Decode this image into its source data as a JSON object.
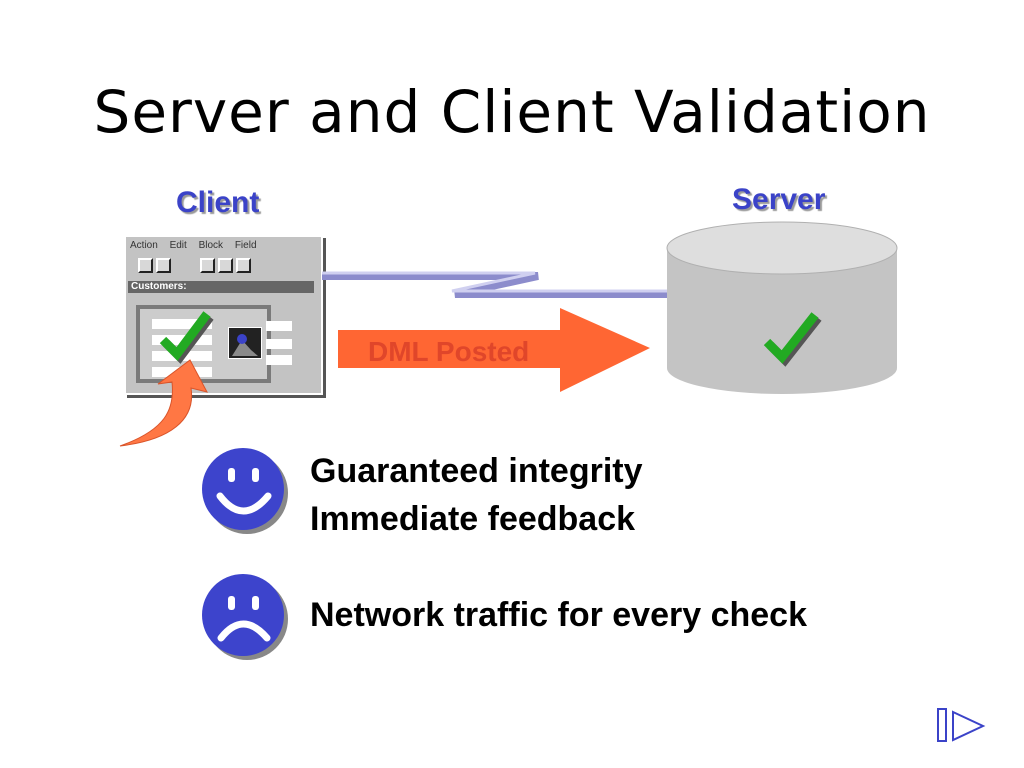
{
  "title": "Server and Client Validation",
  "client_label": "Client",
  "server_label": "Server",
  "menu": [
    "Action",
    "Edit",
    "Block",
    "Field"
  ],
  "customers_label": "Customers:",
  "arrow_label": "DML Posted",
  "pros": [
    "Guaranteed integrity",
    "Immediate feedback"
  ],
  "cons": [
    "Network traffic for every check"
  ],
  "colors": {
    "label": "#3b43c8",
    "arrow": "#ff6633",
    "check": "#22aa22",
    "face": "#3d44cc",
    "cylinder": "#c8c8c8"
  },
  "icons": [
    "check-icon",
    "smiley-face-icon",
    "frown-face-icon",
    "next-slide-icon"
  ]
}
